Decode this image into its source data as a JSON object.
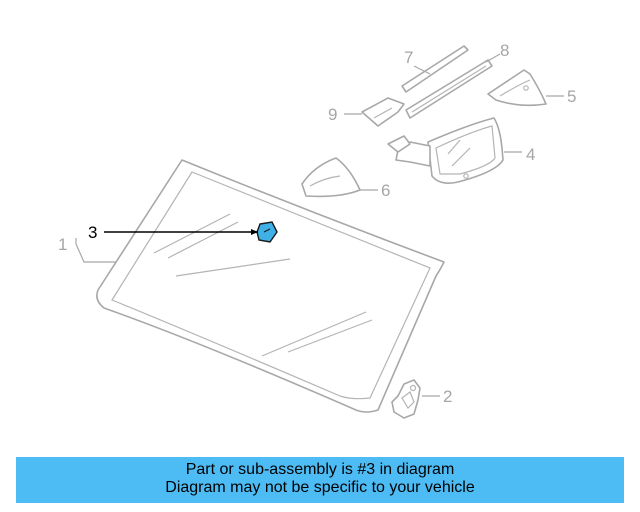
{
  "diagram": {
    "callouts": {
      "c1": "1",
      "c2": "2",
      "c3": "3",
      "c4": "4",
      "c5": "5",
      "c6": "6",
      "c7": "7",
      "c8": "8",
      "c9": "9"
    },
    "highlight_color": "#3fb1e6",
    "highlighted_part": "3"
  },
  "banner": {
    "line1": "Part or sub-assembly is #3 in diagram",
    "line2": "Diagram may not be specific to your vehicle",
    "color": "#4dbcf5"
  }
}
